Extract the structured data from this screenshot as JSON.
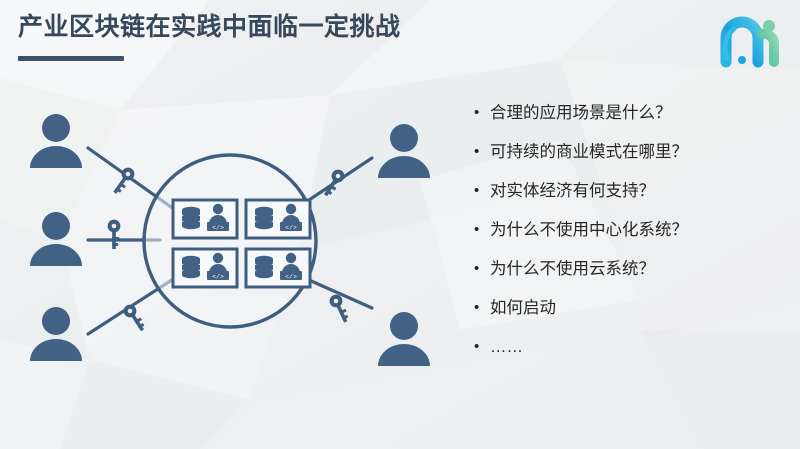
{
  "slide": {
    "title": "产业区块链在实践中面临一定挑战",
    "accent_color": "#3d526a",
    "title_color": "#37475c",
    "background_color": "#eceeef",
    "text_color": "#262626"
  },
  "logo": {
    "name": "brand-logo",
    "shape": "stylized-n-i-mark",
    "color_start": "#17a9e0",
    "color_mid": "#2bb6d6",
    "color_end": "#5fbfa0"
  },
  "bullets": {
    "dot": "•",
    "items": [
      {
        "text": "合理的应用场景是什么？"
      },
      {
        "text": "可持续的商业模式在哪里？"
      },
      {
        "text": "对实体经济有何支持？"
      },
      {
        "text": "为什么不使用中心化系统？"
      },
      {
        "text": "为什么不使用云系统？"
      },
      {
        "text": "如何启动"
      },
      {
        "text": "……"
      }
    ]
  },
  "diagram": {
    "name": "blockchain-network-illustration",
    "stroke_color": "#3d5e80",
    "fill_color": "#426285",
    "center": {
      "label": "distributed-ledger-circle",
      "node_count": 4
    },
    "ledger_cards": [
      {
        "icons": [
          "database-icon",
          "developer-laptop-icon"
        ]
      },
      {
        "icons": [
          "database-icon",
          "developer-laptop-icon"
        ]
      },
      {
        "icons": [
          "database-icon",
          "developer-laptop-icon"
        ]
      },
      {
        "icons": [
          "database-icon",
          "developer-laptop-icon"
        ]
      }
    ],
    "peers": [
      {
        "position": "top-left",
        "icon": "person-icon",
        "has_key": true
      },
      {
        "position": "middle-left",
        "icon": "person-icon",
        "has_key": true
      },
      {
        "position": "bottom-left",
        "icon": "person-icon",
        "has_key": true
      },
      {
        "position": "top-right",
        "icon": "person-icon",
        "has_key": true
      },
      {
        "position": "bottom-right",
        "icon": "person-icon",
        "has_key": true
      }
    ],
    "key_icon": "key-icon",
    "code_glyph": "</>"
  }
}
